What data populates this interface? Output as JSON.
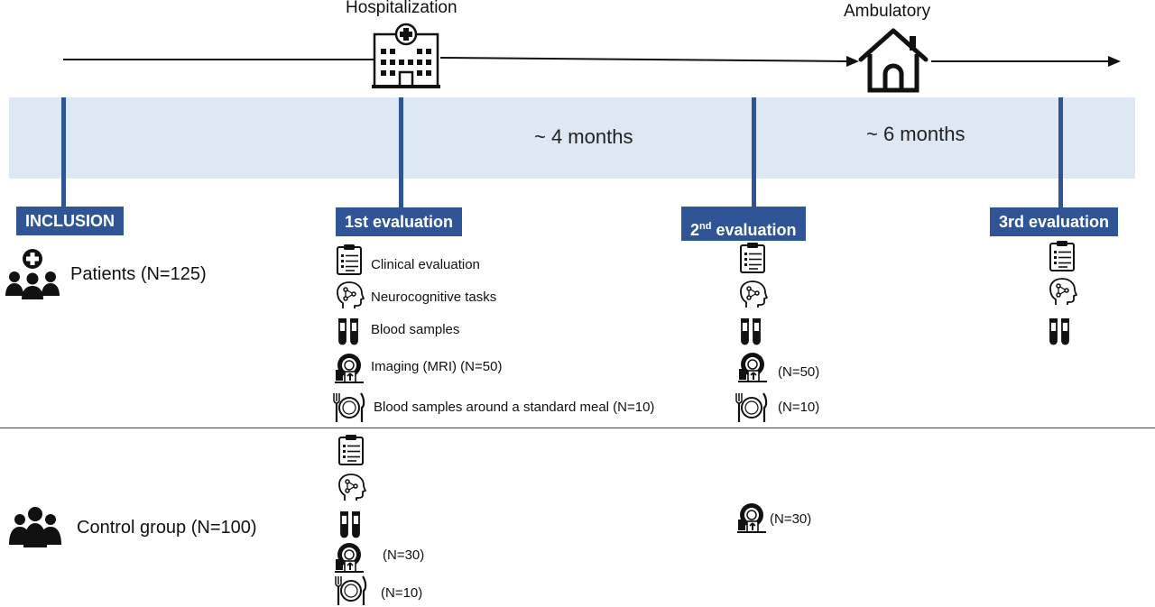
{
  "timeline": {
    "hospitalization_label": "Hospitalization",
    "ambulatory_label": "Ambulatory",
    "duration_1": "~ 4 months",
    "duration_2": "~ 6 months"
  },
  "stages": {
    "inclusion": "INCLUSION",
    "eval1": "1st evaluation",
    "eval2_num": "2",
    "eval2_sup": "nd",
    "eval2_text": " evaluation",
    "eval3": "3rd evaluation"
  },
  "groups": {
    "patients": "Patients (N=125)",
    "controls": "Control group (N=100)"
  },
  "patient_items": {
    "clinical": "Clinical evaluation",
    "neuro": "Neurocognitive tasks",
    "blood": "Blood samples",
    "imaging": "Imaging (MRI) (N=50)",
    "meal": "Blood samples around a standard meal (N=10)"
  },
  "eval2_patient_counts": {
    "imaging": "(N=50)",
    "meal": "(N=10)"
  },
  "control_counts": {
    "eval1_imaging": "(N=30)",
    "eval1_meal": "(N=10)",
    "eval2_imaging": "(N=30)"
  },
  "icons": {
    "hospital": "hospital-icon",
    "house": "house-icon",
    "clipboard": "clipboard-icon",
    "head": "head-network-icon",
    "tubes": "blood-tubes-icon",
    "mri": "mri-scanner-icon",
    "meal": "plate-cutlery-icon",
    "patients": "patients-group-icon",
    "controls": "control-group-icon"
  },
  "colors": {
    "accent": "#2f5597",
    "band": "#dde8f4"
  }
}
